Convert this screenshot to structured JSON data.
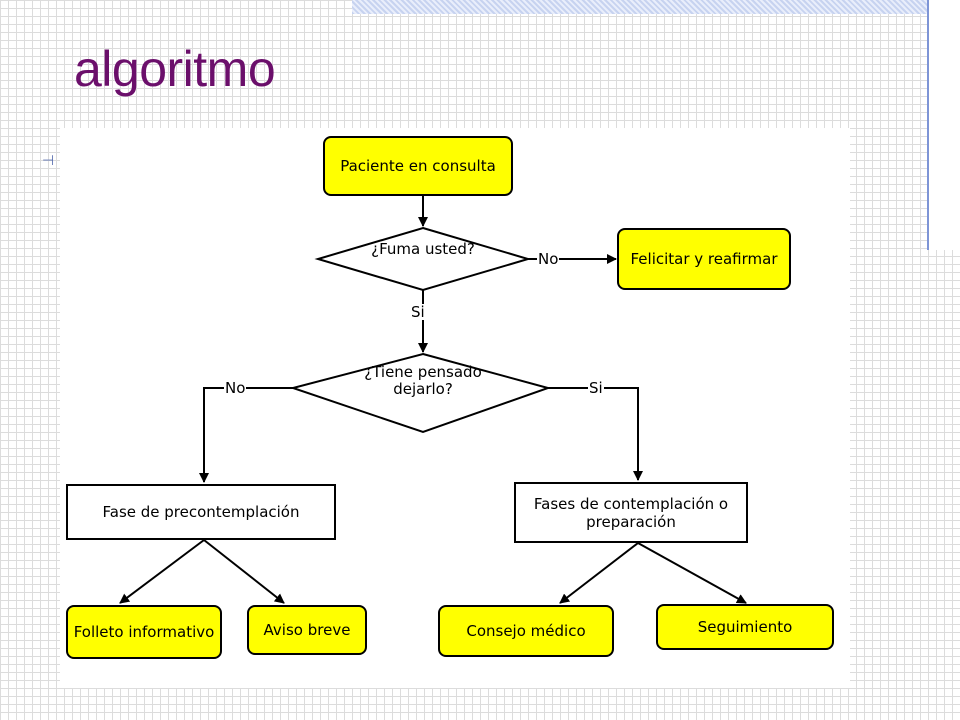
{
  "slide": {
    "title": "algoritmo"
  },
  "flowchart": {
    "nodes": {
      "paciente": "Paciente en consulta",
      "fuma": "¿Fuma usted?",
      "felicitar": "Felicitar y reafirmar",
      "tiene_pensado": "¿Tiene pensado dejarlo?",
      "precontemplacion": "Fase de precontemplación",
      "contemplacion": "Fases de contemplación o preparación",
      "folleto": "Folleto informativo",
      "aviso": "Aviso breve",
      "consejo": "Consejo médico",
      "seguimiento": "Seguimiento"
    },
    "edges": {
      "fuma_no": "No",
      "fuma_si": "Si",
      "tiene_no": "No",
      "tiene_si": "Si"
    }
  }
}
